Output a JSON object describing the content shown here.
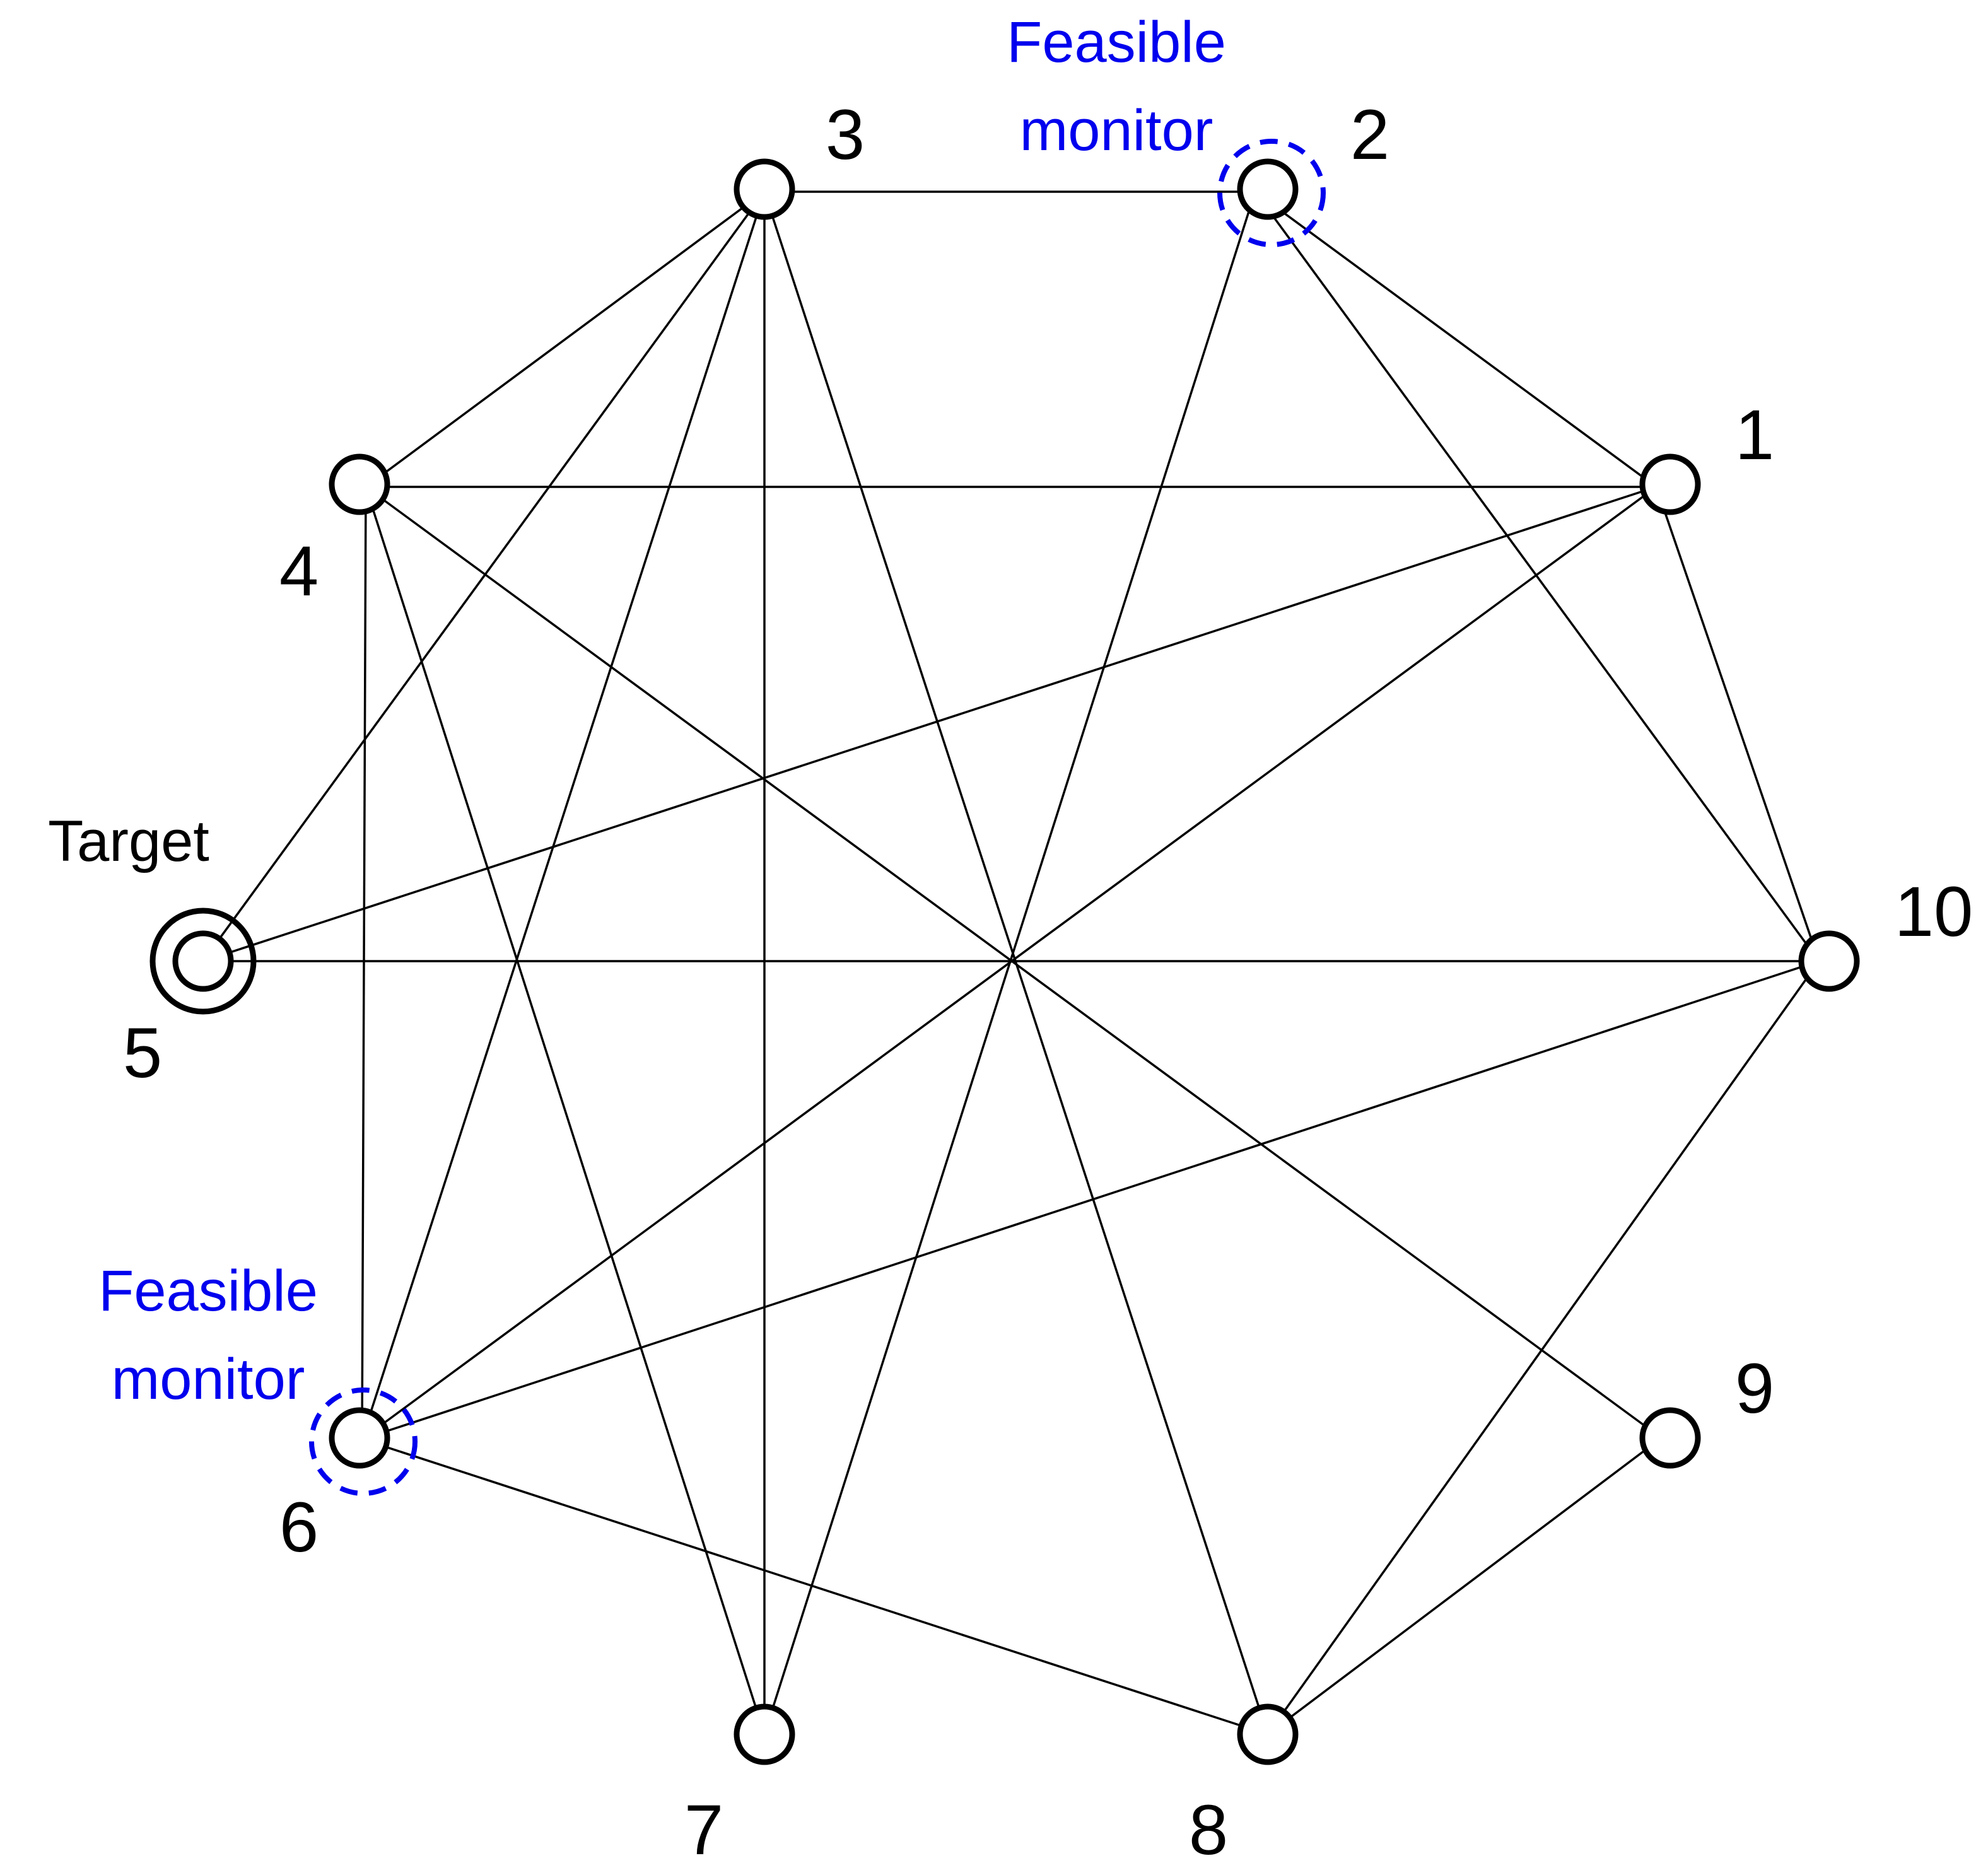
{
  "diagram": {
    "nodes": [
      {
        "id": "1",
        "label": "1"
      },
      {
        "id": "2",
        "label": "2"
      },
      {
        "id": "3",
        "label": "3"
      },
      {
        "id": "4",
        "label": "4"
      },
      {
        "id": "5",
        "label": "5",
        "role": "target"
      },
      {
        "id": "6",
        "label": "6"
      },
      {
        "id": "7",
        "label": "7"
      },
      {
        "id": "8",
        "label": "8"
      },
      {
        "id": "9",
        "label": "9"
      },
      {
        "id": "10",
        "label": "10"
      }
    ],
    "edges": [
      [
        "3",
        "2"
      ],
      [
        "3",
        "4"
      ],
      [
        "3",
        "5"
      ],
      [
        "3",
        "6"
      ],
      [
        "3",
        "7"
      ],
      [
        "3",
        "8"
      ],
      [
        "2",
        "1"
      ],
      [
        "2",
        "10"
      ],
      [
        "2",
        "7"
      ],
      [
        "4",
        "1"
      ],
      [
        "4",
        "6"
      ],
      [
        "4",
        "7"
      ],
      [
        "4",
        "9"
      ],
      [
        "1",
        "5"
      ],
      [
        "1",
        "6"
      ],
      [
        "1",
        "10"
      ],
      [
        "5",
        "10"
      ],
      [
        "6",
        "10"
      ],
      [
        "6",
        "8"
      ],
      [
        "10",
        "8"
      ],
      [
        "8",
        "9"
      ]
    ],
    "target": {
      "node": "5",
      "label": "Target"
    },
    "monitors": [
      {
        "node": "2",
        "label_line1": "Feasible",
        "label_line2": "monitor"
      },
      {
        "node": "6",
        "label_line1": "Feasible",
        "label_line2": "monitor"
      }
    ],
    "colors": {
      "edge": "#000000",
      "node": "#000000",
      "monitor": "#0000ee"
    }
  }
}
